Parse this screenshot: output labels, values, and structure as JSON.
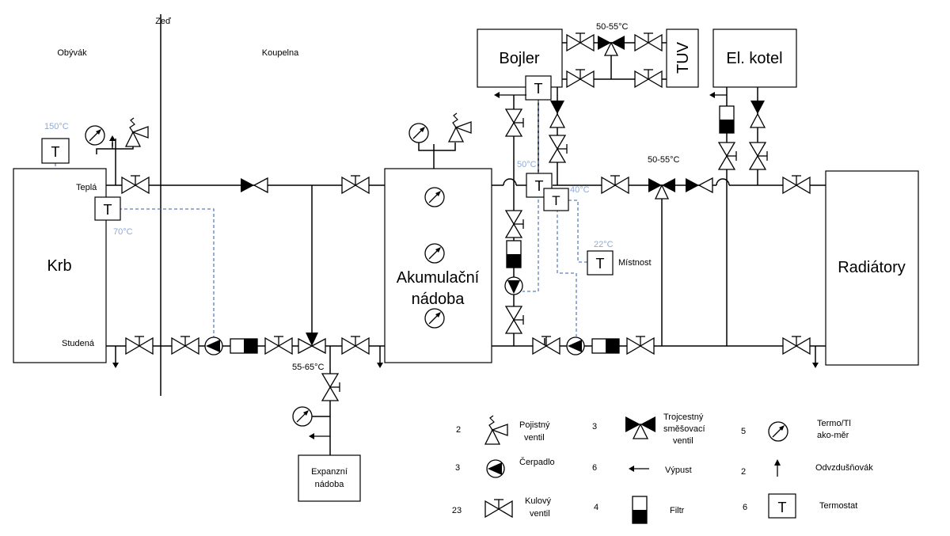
{
  "areas": {
    "wall": "Zeď",
    "living_room": "Obývák",
    "bathroom": "Koupelna"
  },
  "components": {
    "fireplace": "Krb",
    "accumulation_tank_line1": "Akumulační",
    "accumulation_tank_line2": "nádoba",
    "boiler": "Bojler",
    "hot_water": "TUV",
    "electric_boiler": "El. kotel",
    "radiators": "Radiátory",
    "expansion_tank_line1": "Expanzní",
    "expansion_tank_line2": "nádoba",
    "room": "Místnost"
  },
  "labels": {
    "hot": "Teplá",
    "cold": "Studená",
    "thermostat_letter": "T"
  },
  "temperatures": {
    "krb_limit": "150°C",
    "krb_return": "70°C",
    "boiler_valve": "50-55°C",
    "mixing_valve": "50-55°C",
    "tank_top": "50°C",
    "tank_mid": "40°C",
    "room": "22°C",
    "krb_mixing": "55-65°C"
  },
  "legend": [
    {
      "count": "2",
      "line1": "Pojistný",
      "line2": "ventil",
      "icon": "safety-valve-icon"
    },
    {
      "count": "3",
      "line1": "Čerpadlo",
      "line2": "",
      "icon": "pump-icon"
    },
    {
      "count": "23",
      "line1": "Kulový",
      "line2": "ventil",
      "icon": "ball-valve-icon"
    },
    {
      "count": "3",
      "line1": "Trojcestný",
      "line2": "směšovací",
      "line3": "ventil",
      "icon": "three-way-valve-icon"
    },
    {
      "count": "6",
      "line1": "Výpust",
      "line2": "",
      "icon": "drain-arrow-icon"
    },
    {
      "count": "4",
      "line1": "Filtr",
      "line2": "",
      "icon": "filter-icon"
    },
    {
      "count": "5",
      "line1": "Termo/Tl",
      "line2": "ako-měr",
      "icon": "gauge-icon"
    },
    {
      "count": "2",
      "line1": "Odvzdušňovák",
      "line2": "",
      "icon": "air-vent-icon"
    },
    {
      "count": "6",
      "line1": "Termostat",
      "line2": "",
      "icon": "thermostat-icon"
    }
  ]
}
